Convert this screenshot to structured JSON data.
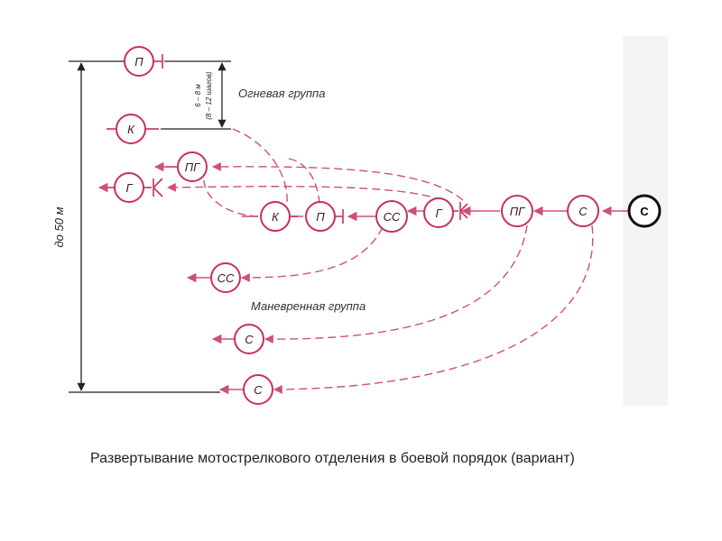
{
  "caption": "Развертывание мотострелкового отделения в боевой порядок (вариант)",
  "labels": {
    "fire_group": "Огневая группа",
    "maneuver_group": "Маневренная группа",
    "distance": "до 50 м",
    "spacing_line1": "6 – 8 м",
    "spacing_line2": "(8 – 12 шагов)"
  },
  "nodes": {
    "p_top": "П",
    "k_top": "К",
    "pg_left": "ПГ",
    "g_left": "Г",
    "k_col": "К",
    "p_col": "П",
    "ss_col": "СС",
    "g_col": "Г",
    "pg_col": "ПГ",
    "s_col": "С",
    "s_lead": "С",
    "ss_low": "СС",
    "s_low1": "С",
    "s_low2": "С"
  },
  "colors": {
    "node": "#c8305a",
    "line": "#d05070",
    "ink": "#222222"
  }
}
